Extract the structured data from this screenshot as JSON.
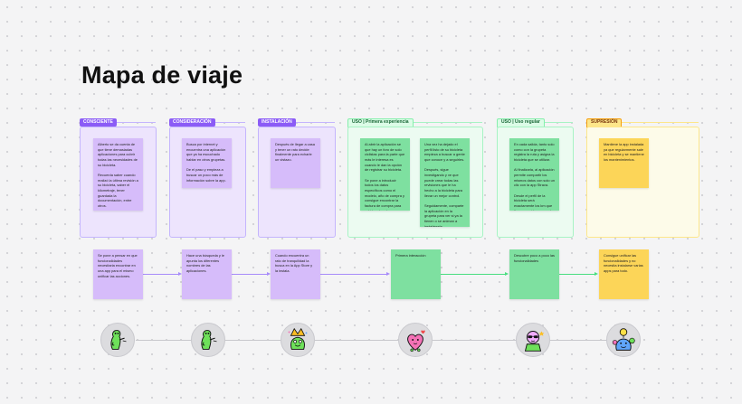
{
  "title": "Mapa de viaje",
  "stages": [
    {
      "label": "CONSCIENTE",
      "color": "#8b5cf6"
    },
    {
      "label": "CONSIDERACIÓN",
      "color": "#8b5cf6"
    },
    {
      "label": "INSTALACIÓN",
      "color": "#8b5cf6"
    },
    {
      "label": "USO | Primera experiencia",
      "color": "#22c55e"
    },
    {
      "label": "USO | Uso regular",
      "color": "#22c55e"
    },
    {
      "label": "SUPRESIÓN",
      "color": "#f59e0b"
    }
  ],
  "stage_notes": [
    "Alberto se da cuenta de que tiene demasiadas aplicaciones para cubrir todas las necesidades de su bicicleta.\n\nRecuerda saber cuando realizó la última revisión a su bicicleta, saber el kilometraje, tener guardada la documentación, entre otros.",
    "Busca por internet y encuentra una aplicación que ya ha escuchado hablar en otros grupetas.\n\nDe el paso y empieza a buscar un poco más de información sobre la app.",
    "Después de llegar a casa y tener un rato decide finalmente para echarle un vistazo.",
    "Al abrir la aplicación se que hay un foro de solo ciclistas para la parte que más le interesa es cuando le dan la opción de registrar su bicicleta.\n\nSe pone a introducir todos los datos específicos como el modelo, año de compra y consigue encontrar la factura de compra para subirla a la nube.",
    "Una vez ha dejado el perfil listo de su bicicleta empieza a buscar a gente que conoce y a seguirles.\n\nDespués, sigue investigando y ve que puede crear todas las revisiones que le ha hecho a la bicicleta para llevar un mejor control.\n\nSeguidamente, comparte la aplicación en la grupeta para ver si ya la tienen o se animan a instalársela.",
    "En cada salida, tanto solo como con la grupeta registra la ruta y asigna la bicicleta que se utilizar.\n\nAl finalizarla, al aplicación permite compartir los mismos datos con solo un clic con la app Strava.\n\nDesde el perfil de la bicicleta será exactamente los km que lleva recorridos y cuando es recomendable una revisión.",
    "Mantiene la app instalada ya que regularmente sale en bicicleta y se mantiene los mantenimientos."
  ],
  "summary_notes": [
    "Se pone a pensar en que funcionalidades necesitaria encontrar en una app para el mismo unificar las acciones.",
    "Hace una búsqueda y le apunta los diferentes nombres de las aplicaciones.",
    "Cuando encuentra un rato de tranquilidad la busca en la App Store y la instala.",
    "Primera interacción",
    "Descubre poco a poco las funcionalidades",
    "Consigue unificar las funcionalidades y no necesita instalarse varias apps para todo."
  ],
  "colors": {
    "purple_frame": "#ede4fd",
    "purple_note": "#d6bcfa",
    "green_frame": "#ecfbf1",
    "green_note": "#7ee0a0",
    "yellow_frame": "#fdfbe9",
    "yellow_note": "#fcd558"
  },
  "personas": [
    {
      "icon": "pointing-character-icon"
    },
    {
      "icon": "pointing-character-icon"
    },
    {
      "icon": "celebrating-character-icon"
    },
    {
      "icon": "heart-character-icon"
    },
    {
      "icon": "sunglasses-character-icon"
    },
    {
      "icon": "idea-character-icon"
    }
  ]
}
